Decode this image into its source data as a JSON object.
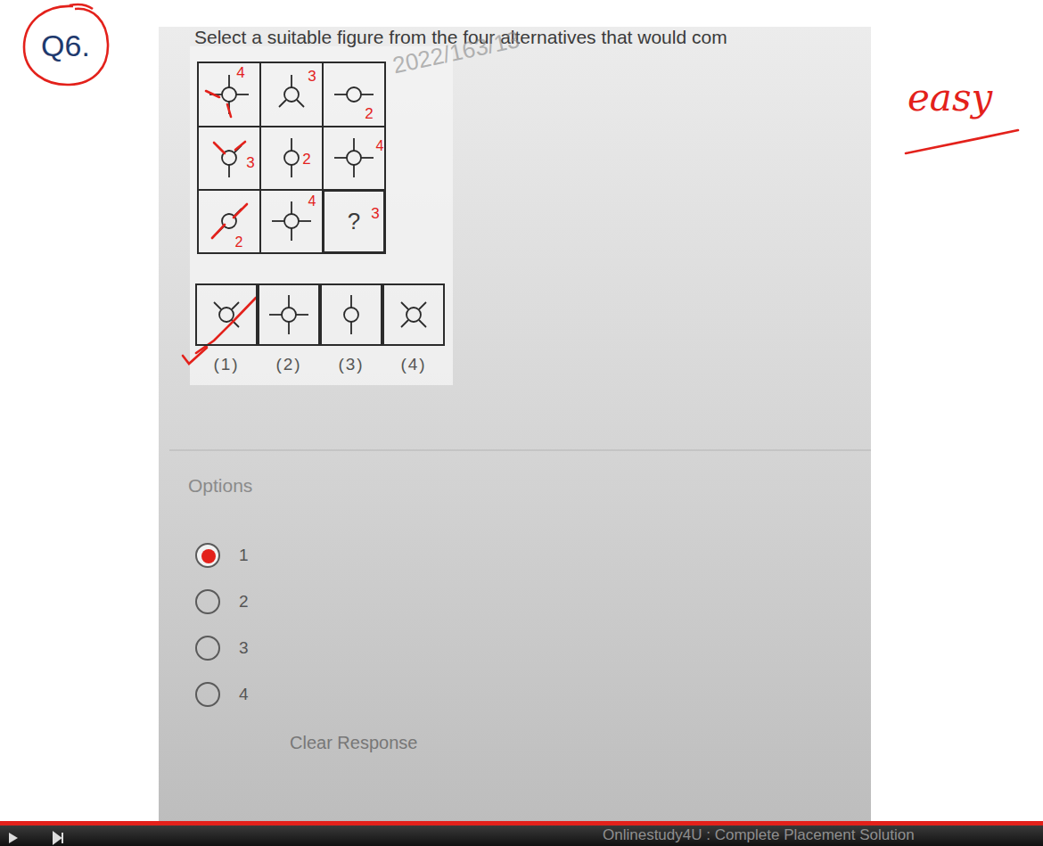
{
  "diagram": {
    "nodes": [
      {
        "text": [
          "Q6."
        ]
      },
      {
        "text": [
          "?"
        ]
      },
      {
        "text": [
          "(1)"
        ]
      },
      {
        "text": [
          "(2)"
        ]
      },
      {
        "text": [
          "(3)"
        ]
      },
      {
        "text": [
          "(4)"
        ]
      }
    ],
    "labels": [
      "Select a suitable figure from the four alternatives that would com",
      "2022/163/13",
      "easy",
      "4",
      "3",
      "2",
      "3",
      "2",
      "4",
      "2",
      "4",
      "3",
      "Options",
      "1",
      "2",
      "3",
      "4",
      "Clear Response",
      "Onlinestudy4U : Complete Placement Solution"
    ]
  }
}
